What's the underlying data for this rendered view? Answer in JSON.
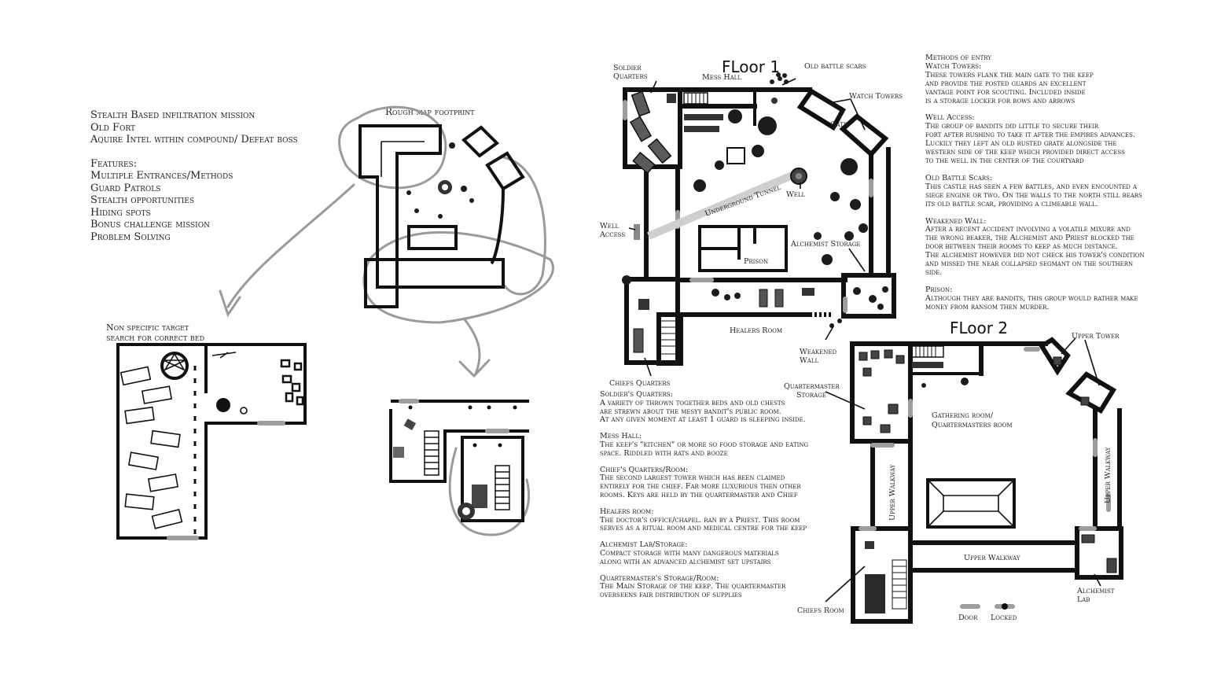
{
  "concept": {
    "lines": [
      "Stealth Based infiltration mission",
      "Old Fort",
      "Aquire Intel within compound/ Defeat boss"
    ],
    "features_title": "Features:",
    "features": [
      "Multiple Entrances/Methods",
      "Guard Patrols",
      "Stealth opportunities",
      "Hiding spots",
      "Bonus challenge mission",
      "Problem Solving"
    ]
  },
  "sketches": {
    "footprint_label": "Rough map footprint",
    "target_line1": "Non specific target",
    "target_line2": "search for correct bed"
  },
  "floor1": {
    "title": "FLoor 1",
    "labels": {
      "soldier_quarters_1": "Soldier",
      "soldier_quarters_2": "Quarters",
      "mess_hall": "Mess Hall",
      "old_battle_scars": "Old battle scars",
      "watch_towers": "Watch Towers",
      "gate": "Gate",
      "underground_tunnel": "Underground Tunnel",
      "well": "Well",
      "well_access_1": "Well",
      "well_access_2": "Access",
      "prison": "Prison",
      "alchemist_storage": "Alchemist Storage",
      "healers_room": "Healers Room",
      "weakened_wall_1": "Weakened",
      "weakened_wall_2": "Wall",
      "chiefs_quarters": "Chiefs Quarters"
    }
  },
  "floor2": {
    "title": "FLoor 2",
    "labels": {
      "upper_tower": "Upper Tower",
      "quartermaster_storage_1": "Quartermaster",
      "quartermaster_storage_2": "Storage",
      "gathering_room_1": "Gathering room/",
      "gathering_room_2": "Quartermasters room",
      "upper_walkway_left": "Upper Walkway",
      "upper_walkway_right": "Upper Walkway",
      "upper_walkway_bottom": "Upper Walkway",
      "chiefs_room": "Chiefs Room",
      "alchemist_lab_1": "Alchemist",
      "alchemist_lab_2": "Lab"
    }
  },
  "legend": {
    "door": "Door",
    "locked": "Locked"
  },
  "room_notes": [
    {
      "title": "Soldier's Quarters:",
      "lines": [
        "A variety of thrown together beds and old chests",
        "are strewn about the mesyy bandit's public room.",
        "At any given moment at least 1 guard is sleeping inside."
      ]
    },
    {
      "title": "Mess Hall:",
      "lines": [
        "The keep's \"kitchen\" or more so food storage and eating",
        "space. Riddled with rats and booze"
      ]
    },
    {
      "title": "Chief's Quarters/Room:",
      "lines": [
        "The second largest tower which has been claimed",
        "entirely for the chief. Far more luxurious then other",
        "rooms. Keys are held by the quartermaster and Chief"
      ]
    },
    {
      "title": "Healers room:",
      "lines": [
        "The doctor's office/chapel. ran by a Priest. This room",
        "serves as a ritual room and medical centre for the keep"
      ]
    },
    {
      "title": "Alchemist Lab/Storage:",
      "lines": [
        "Compact storage with many dangerous materials",
        "along with an advanced alchemist set upstairs"
      ]
    },
    {
      "title": "Quartermaster's Storage/Room:",
      "lines": [
        "The Main Storage of the keep. The quartermaster",
        "overseens fair distribution of supplies"
      ]
    }
  ],
  "entry_notes": {
    "heading": "Methods of entry",
    "sections": [
      {
        "title": "Watch Towers:",
        "lines": [
          "These towers flank the main gate to the keep",
          "and provide the posted guards an excellent",
          "vantage point for scouting. Included inside",
          "is a storage locker for bows and arrows"
        ]
      },
      {
        "title": "Well Access:",
        "lines": [
          "The group of bandits did little to secure their",
          "fort after rushing to take it after the empires advances.",
          "Luckily they left an old rusted grate alongside the",
          "western side of the keep which provided direct access",
          "to the well in the center of the courtyard"
        ]
      },
      {
        "title": "Old Battle Scars:",
        "lines": [
          "This castle has seen a few battles, and even encounted a",
          "siege engine or two. On the walls to the north still bears",
          "its old battle scar, providing a climeable wall."
        ]
      },
      {
        "title": "Weakened Wall:",
        "lines": [
          "After a recent accident involving a volatile mixure and",
          "the wrong beaker, the Alchemist and Priest blocked the",
          "door between their rooms to keep as much distance.",
          "The alchemist however did not check his tower's condition",
          "and missed the near collapsed segmant on the southern",
          "side."
        ]
      },
      {
        "title": "Prison:",
        "lines": [
          "Although they are bandits, this group would rather make",
          "money from ransom then murder."
        ]
      }
    ]
  }
}
